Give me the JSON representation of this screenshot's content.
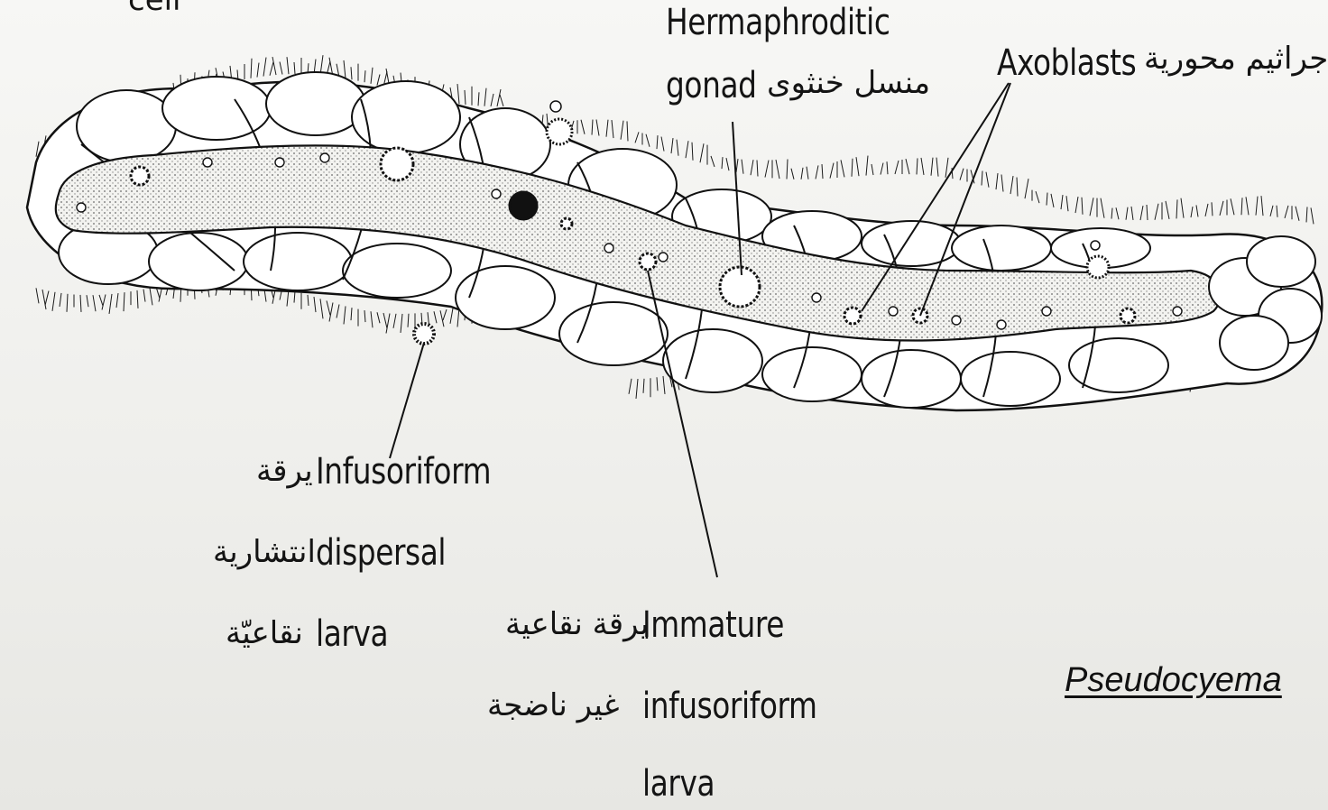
{
  "labels": {
    "hermaphroditic_en": "Hermaphroditic",
    "gonad_en": "gonad",
    "gonad_ar": "منسل خنثوى",
    "axoblasts_en": "Axoblasts",
    "axoblasts_ar": "جراثيم محورية",
    "infusoriform_en": "Infusoriform",
    "infusoriform_ar": "يرقة",
    "dispersal_en": "dispersal",
    "dispersal_ar": "انتشارية",
    "larva_en": "larva",
    "larva_ar": "نقاعيّة",
    "immature_en": "Immature",
    "immature_ar": "يرقة نقاعية",
    "immature_infusoriform_en": "infusoriform",
    "immature_infusoriform_ar": "غير ناضجة",
    "immature_larva_en": "larva",
    "top_left_fragment": "cell"
  },
  "species_name": "Pseudocyema",
  "colors": {
    "ink": "#141414",
    "cell_fill": "#ffffff",
    "axial_fill": "#e9e9e6",
    "background": "#f2f2ef"
  }
}
